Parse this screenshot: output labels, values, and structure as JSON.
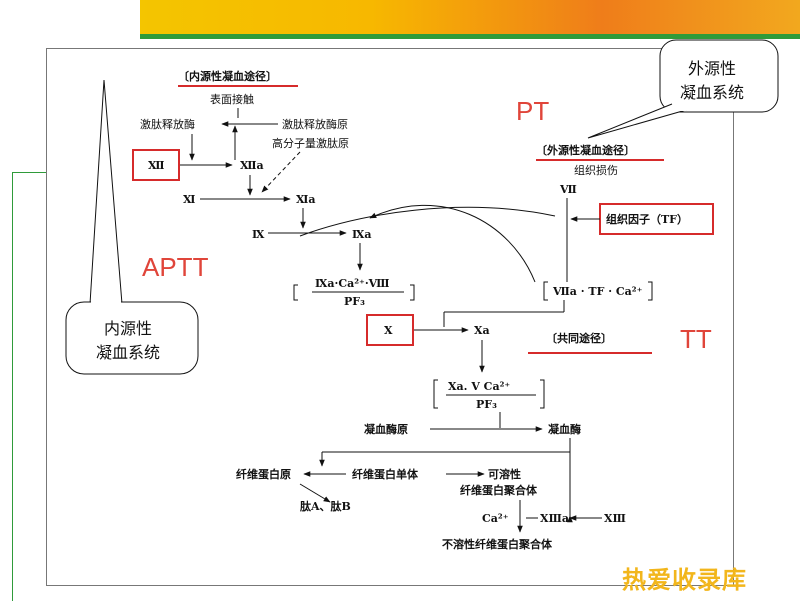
{
  "diagram": {
    "intrinsic": {
      "title": "〔内源性凝血途径〕",
      "surface_contact": "表面接触",
      "kallikrein": "激肽释放酶",
      "prekallikrein": "激肽释放酶原",
      "hmwk": "高分子量激肽原",
      "f12": "Ⅻ",
      "f12a": "Ⅻa",
      "f11": "Ⅺ",
      "f11a": "Ⅺa",
      "f9": "Ⅸ",
      "f9a": "Ⅸa",
      "tenase": "Ⅸa·Ca²⁺·Ⅷ",
      "pf3": "PF₃"
    },
    "extrinsic": {
      "title": "〔外源性凝血途径〕",
      "tissue_damage": "组织损伤",
      "f7": "Ⅶ",
      "tissue_factor": "组织因子（TF）",
      "complex": "Ⅶa · TF · Ca²⁺"
    },
    "common": {
      "title": "〔共同途径〕",
      "f10": "X",
      "f10a": "Xa",
      "prothrombinase": "Xa. V   Ca²⁺",
      "pf3": "PF₃",
      "prothrombin": "凝血酶原",
      "thrombin": "凝血酶",
      "fibrinogen": "纤维蛋白原",
      "fibrin_monomer": "纤维蛋白单体",
      "soluble_label": "可溶性",
      "soluble_polymer": "纤维蛋白聚合体",
      "peptides": "肽A、肽B",
      "ca": "Ca²⁺",
      "f13a": "ⅩⅢa",
      "f13": "ⅩⅢ",
      "insoluble": "不溶性纤维蛋白聚合体"
    },
    "labels": {
      "pt": "PT",
      "aptt": "APTT",
      "tt": "TT"
    },
    "callouts": {
      "extrinsic_line1": "外源性",
      "extrinsic_line2": "凝血系统",
      "intrinsic_line1": "内源性",
      "intrinsic_line2": "凝血系统"
    },
    "watermark": "热爱收录库"
  }
}
